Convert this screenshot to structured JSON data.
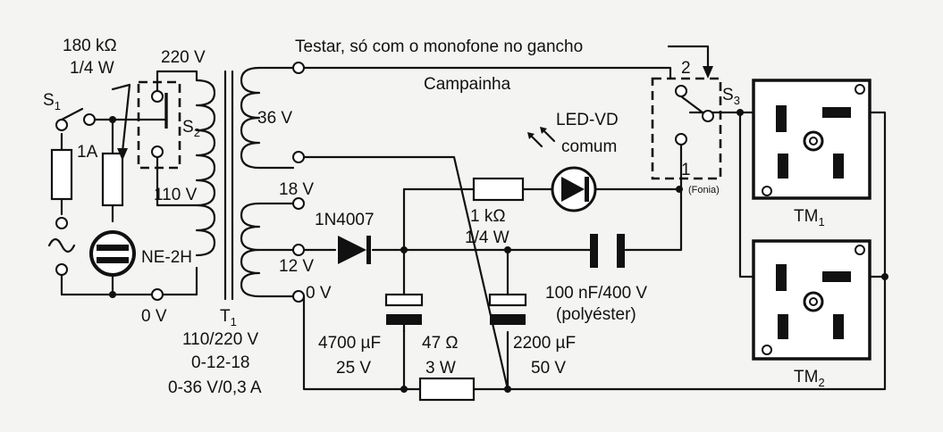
{
  "labels": {
    "r_neon": "180 kΩ",
    "r_neon_w": "1/4 W",
    "v220": "220 V",
    "s1": "S",
    "s1_sub": "1",
    "fuse": "1A",
    "s2": "S",
    "s2_sub": "2",
    "v110": "110 V",
    "neon": "NE-2H",
    "v0_left": "0 V",
    "t1": "T",
    "t1_sub": "1",
    "t1_spec1": "110/220 V",
    "t1_spec2": "0-12-18",
    "t1_spec3": "0-36 V/0,3 A",
    "v36": "36 V",
    "v18": "18 V",
    "v12": "12 V",
    "v0_right": "0 V",
    "diode": "1N4007",
    "r1k": "1 kΩ",
    "r1k_w": "1/4 W",
    "led1": "LED-VD",
    "led2": "comum",
    "campainha": "Campainha",
    "testar": "Testar, só com o monofone no gancho",
    "s3_pos2": "2",
    "s3": "S",
    "s3_sub": "3",
    "s3_pos1": "1",
    "fonia": "(Fonia)",
    "c_film": "100 nF/400 V",
    "c_film_type": "(polyéster)",
    "c4700": "4700 µF",
    "c4700_v": "25 V",
    "r47": "47 Ω",
    "r47_w": "3 W",
    "c2200": "2200 µF",
    "c2200_v": "50 V",
    "tm1": "TM",
    "tm1_sub": "1",
    "tm2": "TM",
    "tm2_sub": "2"
  }
}
